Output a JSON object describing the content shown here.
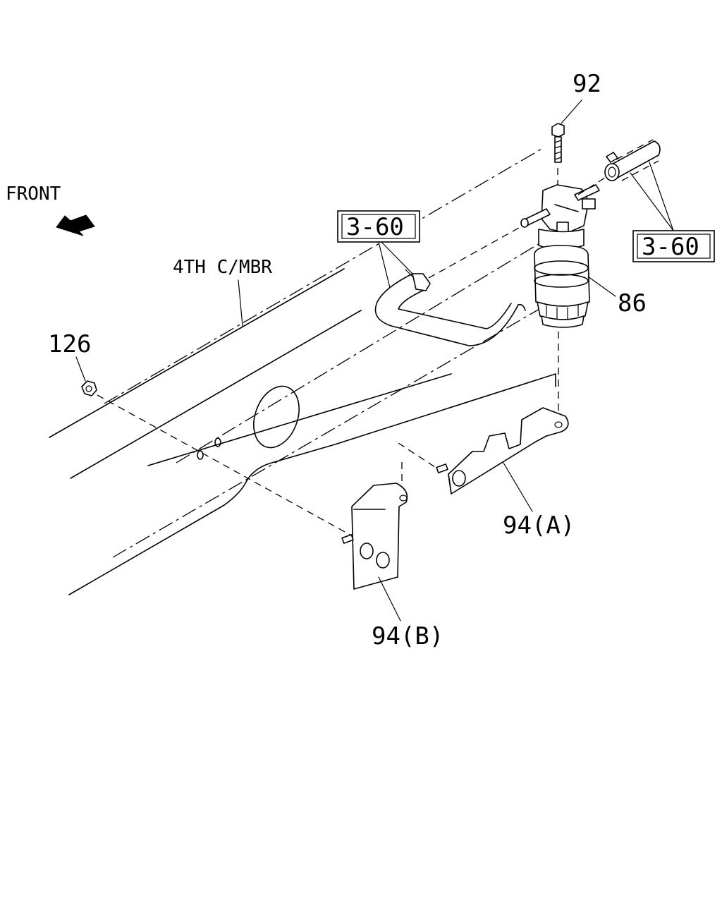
{
  "labels": {
    "front": "FRONT",
    "member": "4TH C/MBR",
    "part_92": "92",
    "part_86": "86",
    "part_126": "126",
    "part_94a": "94(A)",
    "part_94b": "94(B)",
    "ref_left": "3-60",
    "ref_right": "3-60"
  },
  "icons": {
    "front_arrow": "arrow-left-up-icon"
  },
  "colors": {
    "line": "#000000",
    "background": "#ffffff"
  }
}
